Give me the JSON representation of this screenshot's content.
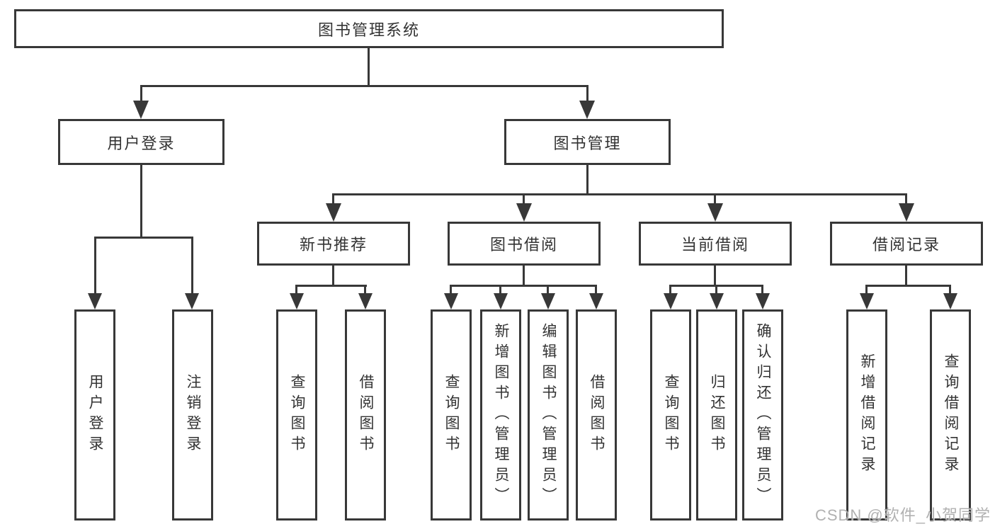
{
  "diagram": {
    "type": "hierarchy-tree",
    "root": {
      "label": "图书管理系统",
      "children": [
        {
          "label": "用户登录",
          "children": [
            {
              "label": "用户登录"
            },
            {
              "label": "注销登录"
            }
          ]
        },
        {
          "label": "图书管理",
          "children": [
            {
              "label": "新书推荐",
              "children": [
                {
                  "label": "查询图书"
                },
                {
                  "label": "借阅图书"
                }
              ]
            },
            {
              "label": "图书借阅",
              "children": [
                {
                  "label": "查询图书"
                },
                {
                  "label": "新增图书（管理员）"
                },
                {
                  "label": "编辑图书（管理员）"
                },
                {
                  "label": "借阅图书"
                }
              ]
            },
            {
              "label": "当前借阅",
              "children": [
                {
                  "label": "查询图书"
                },
                {
                  "label": "归还图书"
                },
                {
                  "label": "确认归还（管理员）"
                }
              ]
            },
            {
              "label": "借阅记录",
              "children": [
                {
                  "label": "新增借阅记录"
                },
                {
                  "label": "查询借阅记录"
                }
              ]
            }
          ]
        }
      ]
    },
    "watermark": "CSDN @软件_小贺同学",
    "colors": {
      "line": "#383838",
      "border": "#383838",
      "text": "#333333",
      "background": "#ffffff",
      "watermark": "#ababab"
    }
  }
}
